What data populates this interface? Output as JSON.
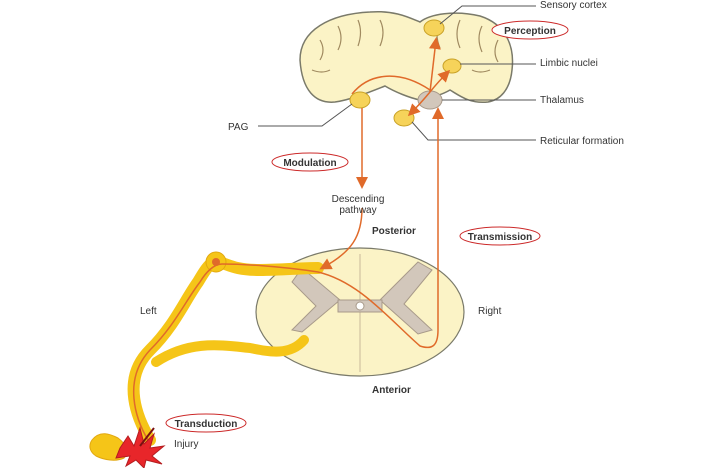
{
  "labels": {
    "sensory_cortex": "Sensory cortex",
    "limbic_nuclei": "Limbic nuclei",
    "thalamus": "Thalamus",
    "reticular_formation": "Reticular formation",
    "pag": "PAG",
    "descending_line1": "Descending",
    "descending_line2": "pathway",
    "posterior": "Posterior",
    "anterior": "Anterior",
    "left": "Left",
    "right": "Right",
    "injury": "Injury"
  },
  "tags": {
    "perception": "Perception",
    "modulation": "Modulation",
    "transmission": "Transmission",
    "transduction": "Transduction"
  },
  "colors": {
    "brain_fill": "#fbf3c6",
    "brain_stroke": "#7a7a6a",
    "pathway": "#e06a2a",
    "nerve": "#f5c518",
    "grey_matter": "#d2c7bb",
    "tag_ellipse": "#cc2a2a",
    "nucleus": "#f6d35a",
    "injury_burst": "#e8262a"
  }
}
